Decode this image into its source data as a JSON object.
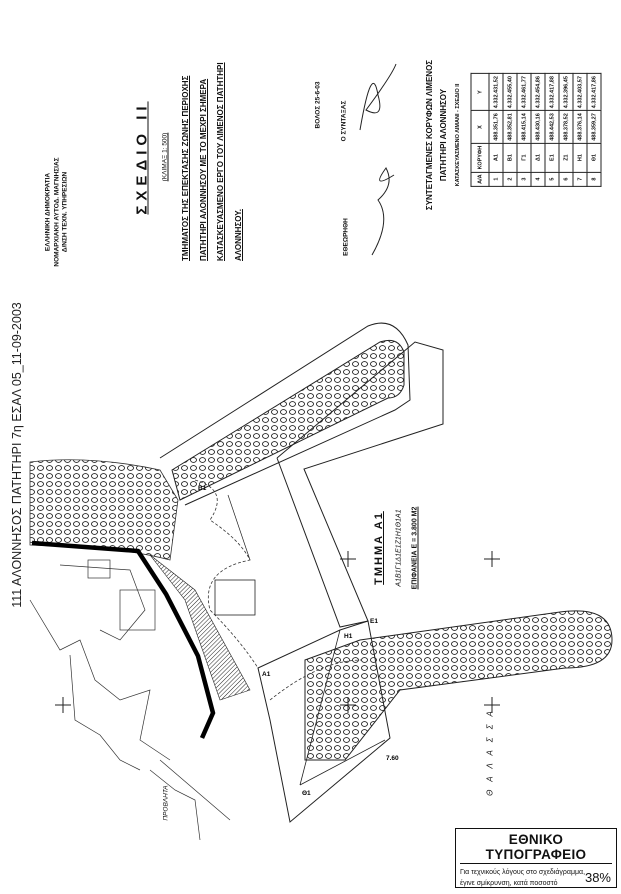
{
  "header": {
    "file_title": "111 ΑΛΟΝΝΗΣΟΣ ΠΑΤΗΤΗΡΙ 7η ΕΣΑΛ 05_11-09-2003"
  },
  "authority": {
    "lines": [
      "ΕΛΛΗΝΙΚΗ ΔΗΜΟΚΡΑΤΙΑ",
      "ΝΟΜΑΡΧΙΑΚΗ ΑΥΤΟΔ. ΜΑΓΝΗΣΙΑΣ",
      "Δ/ΝΣΗ ΤΕΧΝ. ΥΠΗΡΕΣΙΩΝ"
    ]
  },
  "plan": {
    "title": "ΣΧΕΔΙΟ ΙΙ",
    "scale": "(ΚΛΙΜΑΞ 1: 500)",
    "description": [
      "ΤΜΗΜΑΤΟΣ ΤΗΣ ΕΠΕΚΤΑΣΗΣ ΖΩΝΗΣ ΠΕΡΙΟΧΗΣ",
      "ΠΑΤΗΤΗΡΙ ΑΛΟΝΝΗΣΟΥ ΜΕ ΤΟ ΜΕΧΡΙ ΣΗΜΕΡΑ",
      "ΚΑΤΑΣΚΕΥΑΣΜΕΝΟ ΕΡΓΟ ΤΟΥ ΛΙΜΕΝΟΣ ΠΑΤΗΤΗΡΙ",
      "ΑΛΟΝΝΗΣΟΥ."
    ]
  },
  "signatures": {
    "place_date": "ΒΟΛΟΣ 25-6-03",
    "author_label": "Ο ΣΥΝΤΑΞΑΣ",
    "approved_label": "ΕΘΕΩΡΗΘΗ"
  },
  "coordinates": {
    "title": "ΣΥΝΤΕΤΑΓΜΕΝΕΣ ΚΟΡΥΦΩΝ ΛΙΜΕΝΟΣ",
    "subtitle": "ΠΑΤΗΤΗΡΙ ΑΛΟΝΝΗΣΟΥ",
    "caption": "ΚΑΤΑΣΚΕΥΑΣΜΕΝΟ ΛΙΜΑΝΙ - ΣΧΕΔΙΟ ΙΙ",
    "columns": [
      "Α/Α",
      "ΚΟΡΥΦΗ",
      "Χ",
      "Υ"
    ],
    "rows": [
      [
        "1",
        "Α1",
        "488.351,76",
        "4.332.431,52"
      ],
      [
        "2",
        "Β1",
        "488.352,81",
        "4.332.455,40"
      ],
      [
        "3",
        "Γ1",
        "488.415,14",
        "4.332.461,77"
      ],
      [
        "4",
        "Δ1",
        "488.430,16",
        "4.332.454,86"
      ],
      [
        "5",
        "Ε1",
        "488.442,53",
        "4.332.417,88"
      ],
      [
        "6",
        "Ζ1",
        "488.378,52",
        "4.332.396,45"
      ],
      [
        "7",
        "Η1",
        "488.376,14",
        "4.332.403,57"
      ],
      [
        "8",
        "Θ1",
        "488.359,27",
        "4.332.417,86"
      ]
    ]
  },
  "drawing": {
    "section_title": "ΤΜΗΜΑ Α1",
    "section_vertices": "Α1Β1Γ1Δ1Ε1Ζ1Η1Θ1Α1",
    "section_area": "ΕΠΙΦΑΝΕΙΑ Ε = 3.800 Μ2",
    "sea_label": "Θ Α Λ Α Σ Σ Α",
    "pier_label": "ΠΡΟΒΛΗΤΑ",
    "vertex_labels": {
      "a1": "Α1",
      "h1": "Η1",
      "th1": "Θ1",
      "b1": "Β1",
      "e1": "Ε1"
    },
    "dimension": "7.60"
  },
  "stamp": {
    "title": "ΕΘΝΙΚΟ ΤΥΠΟΓΡΑΦΕΙΟ",
    "line1": "Για τεχνικούς λόγους στο σχεδιάγραμμα,",
    "line2": "έγινε σμίκρυνση, κατά ποσοστό",
    "percent": "38%"
  }
}
